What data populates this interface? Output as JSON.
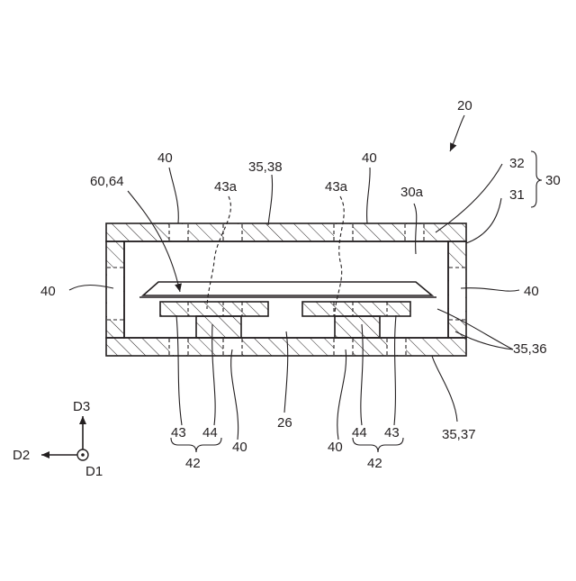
{
  "figure": {
    "labels": {
      "ref_20": "20",
      "ref_30": "30",
      "ref_32": "32",
      "ref_31": "31",
      "ref_30a": "30a",
      "ref_40_top_left": "40",
      "ref_40_top_right": "40",
      "ref_35_38": "35,38",
      "ref_43a_left": "43a",
      "ref_43a_right": "43a",
      "ref_60_64": "60,64",
      "ref_40_left": "40",
      "ref_40_right": "40",
      "ref_35_36": "35,36",
      "ref_35_37": "35,37",
      "ref_26": "26",
      "ref_43_left": "43",
      "ref_44_left": "44",
      "ref_42_left": "42",
      "ref_40_bottom_left": "40",
      "ref_40_bottom_right": "40",
      "ref_44_right": "44",
      "ref_43_right": "43",
      "ref_42_right": "42"
    },
    "axes": {
      "d1": "D1",
      "d2": "D2",
      "d3": "D3"
    }
  }
}
